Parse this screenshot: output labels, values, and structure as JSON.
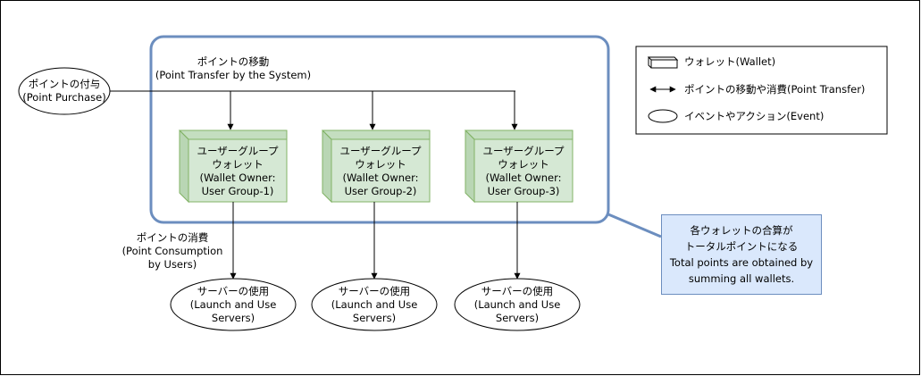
{
  "transfer_label": {
    "line1": "ポイントの移動",
    "line2": "(Point Transfer by the System)"
  },
  "purchase": {
    "line1": "ポイントの付与",
    "line2": "(Point Purchase)"
  },
  "consumption_label": {
    "line1": "ポイントの消費",
    "line2": "(Point Consumption",
    "line3": "by Users)"
  },
  "wallets": [
    {
      "line1": "ユーザーグループ",
      "line2": "ウォレット",
      "line3": "(Wallet Owner:",
      "line4": "User Group-1)"
    },
    {
      "line1": "ユーザーグループ",
      "line2": "ウォレット",
      "line3": "(Wallet Owner:",
      "line4": "User Group-2)"
    },
    {
      "line1": "ユーザーグループ",
      "line2": "ウォレット",
      "line3": "(Wallet Owner:",
      "line4": "User Group-3)"
    }
  ],
  "servers": [
    {
      "line1": "サーバーの使用",
      "line2": "(Launch and Use",
      "line3": "Servers)"
    },
    {
      "line1": "サーバーの使用",
      "line2": "(Launch and Use",
      "line3": "Servers)"
    },
    {
      "line1": "サーバーの使用",
      "line2": "(Launch and Use",
      "line3": "Servers)"
    }
  ],
  "legend": {
    "wallet": "ウォレット(Wallet)",
    "transfer": "ポイントの移動や消費(Point Transfer)",
    "event": "イベントやアクション(Event)"
  },
  "note": {
    "line1": "各ウォレットの合算が",
    "line2": "トータルポイントになる",
    "line3": "Total points are obtained by",
    "line4": "summing all wallets."
  },
  "colors": {
    "group_border": "#6c8ebf",
    "wallet_fill": "#d5e8d4",
    "wallet_border": "#82b366",
    "note_fill": "#dae8fc"
  }
}
